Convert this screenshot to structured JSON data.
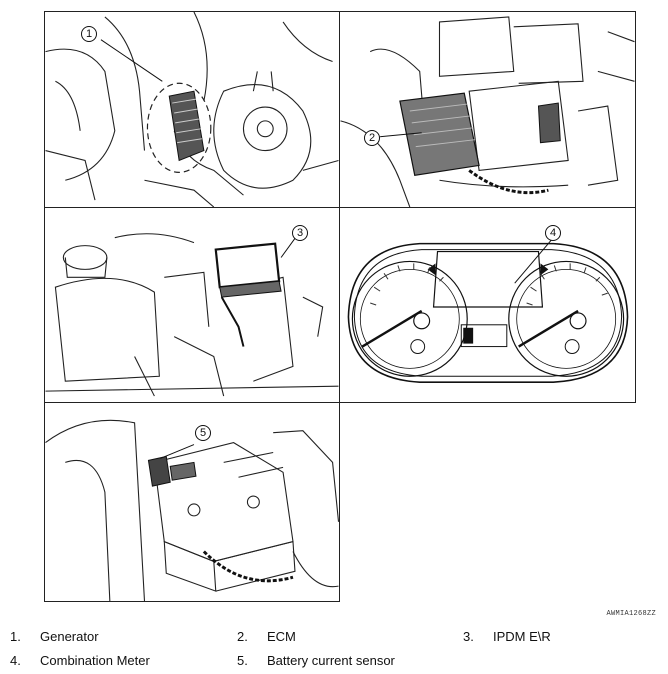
{
  "callouts": {
    "c1": "1",
    "c2": "2",
    "c3": "3",
    "c4": "4",
    "c5": "5"
  },
  "figure_ref": "AWMIA1268ZZ",
  "legend": [
    {
      "num": "1.",
      "label": "Generator"
    },
    {
      "num": "2.",
      "label": "ECM"
    },
    {
      "num": "3.",
      "label": "IPDM E\\R"
    },
    {
      "num": "4.",
      "label": "Combination Meter"
    },
    {
      "num": "5.",
      "label": "Battery current sensor"
    }
  ]
}
